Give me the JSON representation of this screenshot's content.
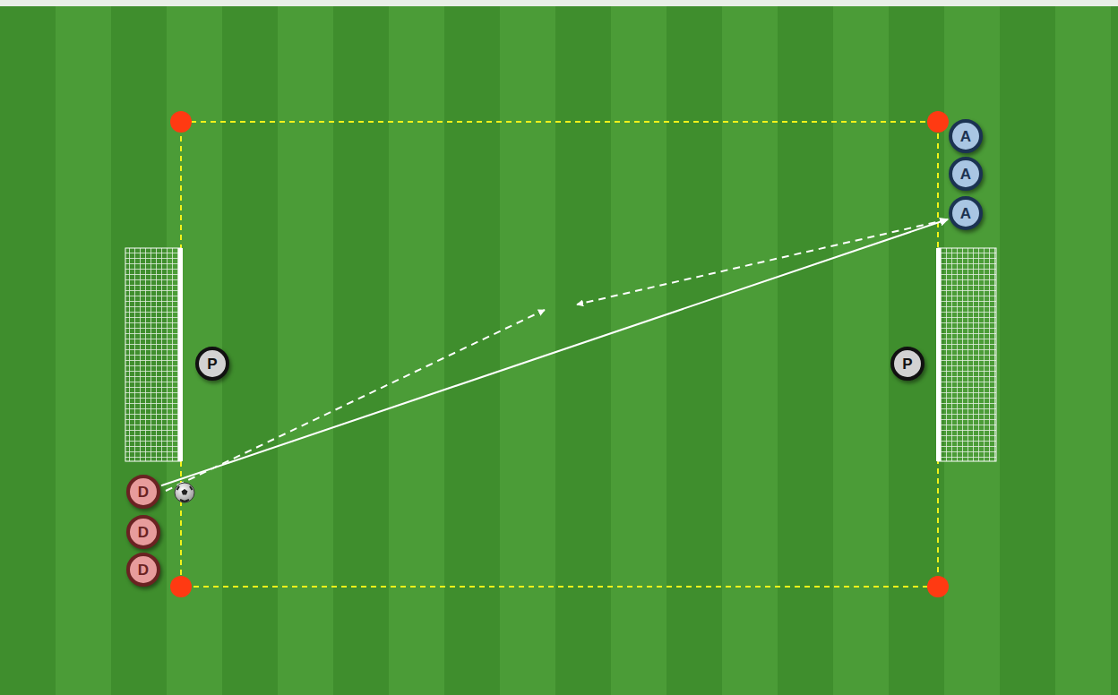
{
  "diagram": {
    "nodes": [
      {
        "text": [
          "A"
        ]
      },
      {
        "text": [
          "A"
        ]
      },
      {
        "text": [
          "A"
        ]
      },
      {
        "text": [
          "P"
        ]
      },
      {
        "text": [
          "P"
        ]
      },
      {
        "text": [
          "D"
        ]
      },
      {
        "text": [
          "D"
        ]
      },
      {
        "text": [
          "D"
        ]
      }
    ],
    "edges": [
      {
        "from": 5,
        "to": 2,
        "arrow": "to"
      }
    ]
  }
}
